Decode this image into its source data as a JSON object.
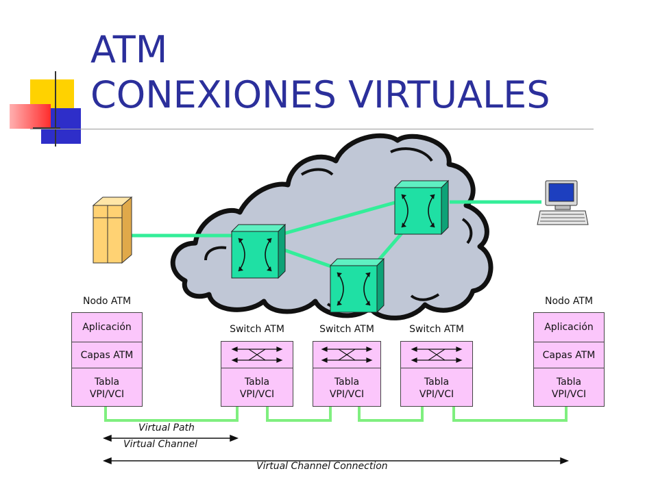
{
  "title": {
    "line1": "ATM",
    "line2": "CONEXIONES VIRTUALES"
  },
  "colors": {
    "title": "#2b2f9b",
    "cloud": "#c0c7d6",
    "switch": "#1fe0a4",
    "link": "#33ee99",
    "box": "#fbc6fb",
    "path": "#7fef7f",
    "server": "#ffd273"
  },
  "nodes": {
    "left": {
      "header": "Nodo ATM",
      "app": "Aplicación",
      "layers": "Capas ATM",
      "table": "Tabla\nVPI/VCI"
    },
    "right": {
      "header": "Nodo ATM",
      "app": "Aplicación",
      "layers": "Capas ATM",
      "table": "Tabla\nVPI/VCI"
    }
  },
  "switches": [
    {
      "header": "Switch ATM",
      "table": "Tabla\nVPI/VCI"
    },
    {
      "header": "Switch ATM",
      "table": "Tabla\nVPI/VCI"
    },
    {
      "header": "Switch ATM",
      "table": "Tabla\nVPI/VCI"
    }
  ],
  "labels": {
    "virtual_path": "Virtual Path",
    "virtual_channel": "Virtual Channel",
    "vcc": "Virtual Channel Connection"
  }
}
